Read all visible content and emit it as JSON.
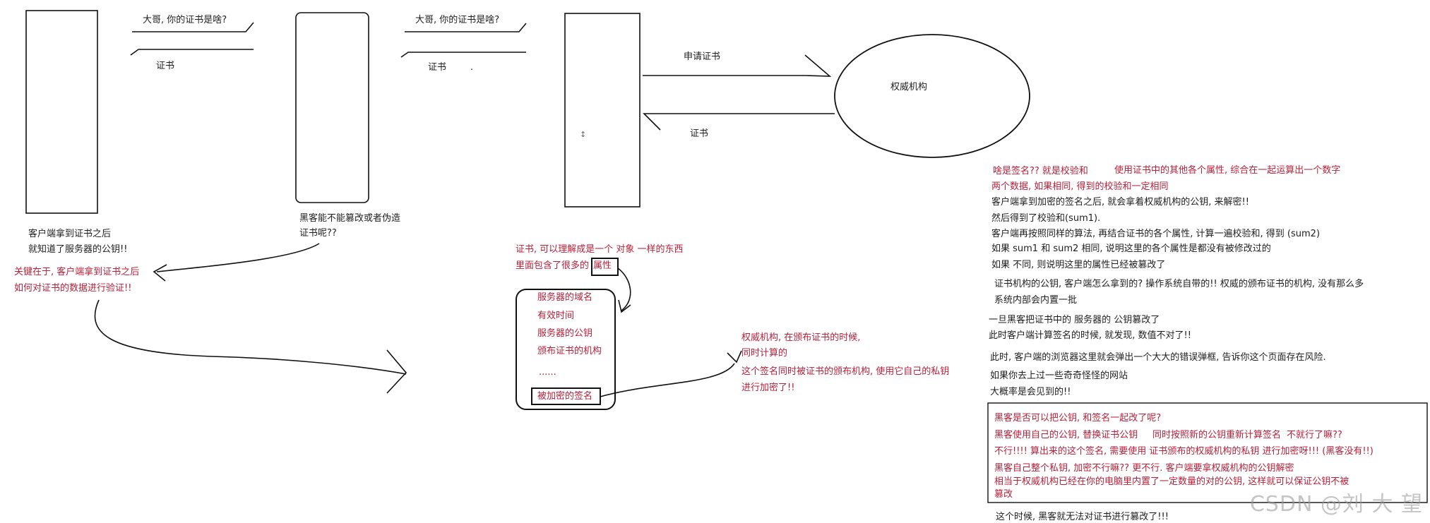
{
  "colors": {
    "red": "#b8203a",
    "black": "#1e1e1e",
    "accent_box": "#000000"
  },
  "left": {
    "ask": "大哥, 你的证书是啥?",
    "reply": "证书",
    "client_note_1": "客户端拿到证书之后",
    "client_note_2": "就知道了服务器的公钥!!",
    "key_note_1": "关键在于, 客户端拿到证书之后",
    "key_note_2": "如何对证书的数据进行验证!!"
  },
  "middle": {
    "ask": "大哥, 你的证书是啥?",
    "reply": "证书",
    "dot": ".",
    "hacker_1": "黑客能不能篡改或者伪造",
    "hacker_2": "证书呢??"
  },
  "right": {
    "apply": "申请证书",
    "reply": "证书",
    "authority": "权威机构",
    "cursor": "↕"
  },
  "cert": {
    "intro_1": "证书, 可以理解成是一个 对象 一样的东西",
    "intro_2": "里面包含了很多的",
    "intro_2_boxed": "属性",
    "fields": [
      "服务器的域名",
      "有效时间",
      "服务器的公钥",
      "颁布证书的机构",
      "......"
    ],
    "signature": "被加密的签名",
    "sign_1": "权威机构, 在颁布证书的时候,",
    "sign_2": "同时计算的",
    "sign_3": "这个签名同时被证书的颁布机构, 使用它自己的私钥",
    "sign_4": "进行加密了!!"
  },
  "notes": {
    "lines": [
      {
        "text": "啥是签名?? 就是校验和",
        "red": true
      },
      {
        "text": "使用证书中的其他各个属性, 综合在一起运算出一个数字",
        "red": true
      },
      {
        "text": "两个数据, 如果相同, 得到的校验和一定相同",
        "red": true
      },
      {
        "text": "客户端拿到加密的签名之后, 就会拿着权威机构的公钥, 来解密!!",
        "red": false
      },
      {
        "text": "然后得到了校验和(sum1).",
        "red": false
      },
      {
        "text": "客户端再按照同样的算法, 再结合证书的各个属性, 计算一遍校验和, 得到 (sum2)",
        "red": false
      },
      {
        "text": "如果 sum1 和 sum2 相同, 说明这里的各个属性是都没有被修改过的",
        "red": false
      },
      {
        "text": "如果 不同, 则说明这里的属性已经被篡改了",
        "red": false
      },
      {
        "text": "证书机构的公钥, 客户端怎么拿到的? 操作系统自带的!!  权威的颁布证书的机构, 没有那么多",
        "red": false
      },
      {
        "text": "系统内部会内置一批",
        "red": false
      },
      {
        "text": "一旦黑客把证书中的 服务器的 公钥篡改了",
        "red": false
      },
      {
        "text": "此时客户端计算签名的时候, 就发现, 数值不对了!!",
        "red": false
      },
      {
        "text": "此时, 客户端的浏览器这里就会弹出一个大大的错误弹框, 告诉你这个页面存在风险.",
        "red": false
      },
      {
        "text": "如果你去上过一些奇奇怪怪的网站",
        "red": false
      },
      {
        "text": "大概率是会见到的!!",
        "red": false
      }
    ],
    "box_lines": [
      "黑客是否可以把公钥, 和签名一起改了呢?",
      "黑客使用自己的公钥, 替换证书公钥",
      "同时按照新的公钥重新计算签名",
      "不就行了嘛??",
      "不行!!!! 算出来的这个签名, 需要使用 证书颁布的权威机构的私钥 进行加密呀!!!  (黑客没有!!)",
      "黑客自己整个私钥, 加密不行嘛?? 更不行. 客户端要拿权威机构的公钥解密",
      "相当于权威机构已经在你的电脑里内置了一定数量的对的公钥, 这样就可以保证公钥不被",
      "篡改"
    ],
    "final": "这个时候, 黑客就无法对证书进行篡改了!!!"
  },
  "watermark": "CSDN @刘 大 望"
}
